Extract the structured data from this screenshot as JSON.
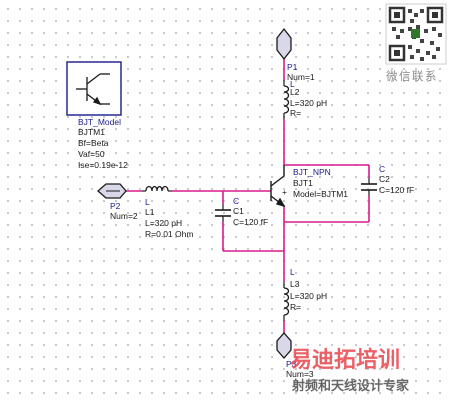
{
  "colors": {
    "wire": "#d81b8a",
    "ink": "#1a1a1a",
    "label": "#1a1a8c",
    "port_fill": "#d8d8e8",
    "model_box": "#1a1a8c",
    "watermark_red": "#e8434a",
    "watermark_gray": "#666666"
  },
  "bjt_model": {
    "title": "BJT_Model",
    "name": "BJTM1",
    "lines": [
      "Bf=Beta",
      "Vaf=50",
      "Ise=0.19e-12"
    ]
  },
  "ports": {
    "p1": {
      "name": "P1",
      "num": "Num=1"
    },
    "p2": {
      "name": "P2",
      "num": "Num=2"
    },
    "p3": {
      "name": "P3",
      "num": "Num=3"
    }
  },
  "inductors": {
    "l1": {
      "type": "L",
      "name": "L1",
      "value": "L=320 pH",
      "r": "R=0.01 Ohm"
    },
    "l2": {
      "type": "L",
      "name": "L2",
      "value": "L=320 pH",
      "r": "R="
    },
    "l3": {
      "type": "L",
      "name": "L3",
      "value": "L=320 pH",
      "r": "R="
    }
  },
  "capacitors": {
    "c1": {
      "type": "C",
      "name": "C1",
      "value": "C=120 fF"
    },
    "c2": {
      "type": "C",
      "name": "C2",
      "value": "C=120 fF"
    }
  },
  "transistor": {
    "type": "BJT_NPN",
    "name": "BJT1",
    "model": "Model=BJTM1"
  },
  "watermark": {
    "qr_caption": "微信联系",
    "brand": "易迪拓培训",
    "slogan": "射频和天线设计专家"
  }
}
